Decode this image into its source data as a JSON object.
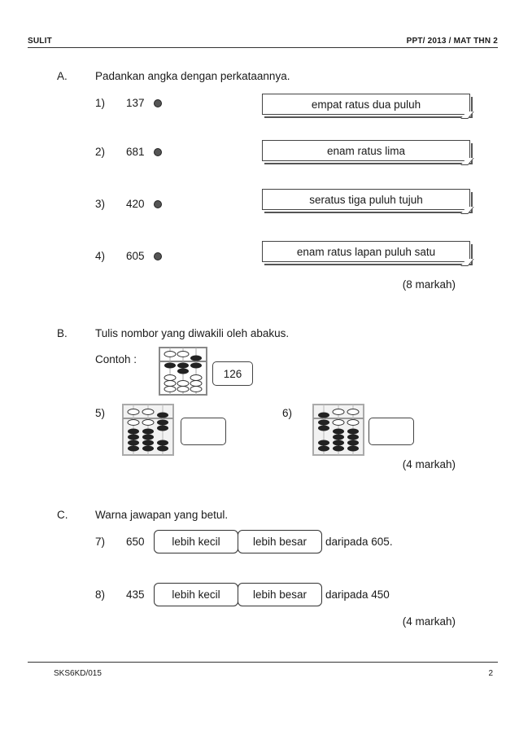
{
  "header": {
    "left": "SULIT",
    "right": "PPT/ 2013 / MAT THN 2"
  },
  "sectionA": {
    "letter": "A.",
    "instruction": "Padankan angka dengan perkataannya.",
    "items": [
      {
        "num": "1)",
        "value": "137"
      },
      {
        "num": "2)",
        "value": "681"
      },
      {
        "num": "3)",
        "value": "420"
      },
      {
        "num": "4)",
        "value": "605"
      }
    ],
    "cards": [
      "empat ratus dua puluh",
      "enam ratus lima",
      "seratus tiga puluh tujuh",
      "enam ratus lapan puluh satu"
    ],
    "marks": "(8 markah)"
  },
  "sectionB": {
    "letter": "B.",
    "instruction": "Tulis nombor yang diwakili oleh abakus.",
    "example_label": "Contoh :",
    "example_answer": "126",
    "q5": "5)",
    "q6": "6)",
    "marks": "(4 markah)"
  },
  "sectionC": {
    "letter": "C.",
    "instruction": "Warna jawapan yang betul.",
    "items": [
      {
        "num": "7)",
        "value": "650",
        "opt1": "lebih kecil",
        "opt2": "lebih besar",
        "tail": "daripada 605."
      },
      {
        "num": "8)",
        "value": "435",
        "opt1": "lebih kecil",
        "opt2": "lebih besar",
        "tail": "daripada 450"
      }
    ],
    "marks": "(4 markah)"
  },
  "footer": {
    "left": "SKS6KD/015",
    "right": "2"
  }
}
